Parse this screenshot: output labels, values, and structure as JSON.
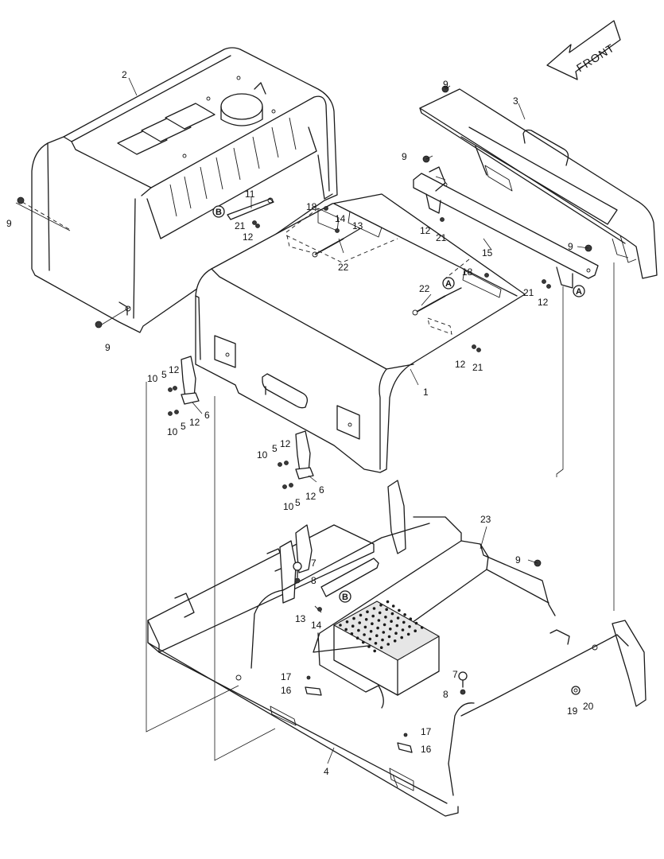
{
  "front_label": "FRONT",
  "callouts": [
    {
      "id": "c2",
      "text": "2"
    },
    {
      "id": "c3",
      "text": "3"
    },
    {
      "id": "c9a",
      "text": "9"
    },
    {
      "id": "c9b",
      "text": "9"
    },
    {
      "id": "c9c",
      "text": "9"
    },
    {
      "id": "c9d",
      "text": "9"
    },
    {
      "id": "c9e",
      "text": "9"
    },
    {
      "id": "c9f",
      "text": "9"
    },
    {
      "id": "c11",
      "text": "11"
    },
    {
      "id": "c21a",
      "text": "21"
    },
    {
      "id": "c12a",
      "text": "12"
    },
    {
      "id": "c18a",
      "text": "18"
    },
    {
      "id": "c14a",
      "text": "14"
    },
    {
      "id": "c13a",
      "text": "13"
    },
    {
      "id": "c22a",
      "text": "22"
    },
    {
      "id": "c12b",
      "text": "12"
    },
    {
      "id": "c21b",
      "text": "21"
    },
    {
      "id": "c15",
      "text": "15"
    },
    {
      "id": "c18b",
      "text": "18"
    },
    {
      "id": "c22b",
      "text": "22"
    },
    {
      "id": "c21c",
      "text": "21"
    },
    {
      "id": "c12c",
      "text": "12"
    },
    {
      "id": "c12d",
      "text": "12"
    },
    {
      "id": "c21d",
      "text": "21"
    },
    {
      "id": "c1",
      "text": "1"
    },
    {
      "id": "c10a",
      "text": "10"
    },
    {
      "id": "c5a",
      "text": "5"
    },
    {
      "id": "c12e",
      "text": "12"
    },
    {
      "id": "c6a",
      "text": "6"
    },
    {
      "id": "c12f",
      "text": "12"
    },
    {
      "id": "c10b",
      "text": "10"
    },
    {
      "id": "c5b",
      "text": "5"
    },
    {
      "id": "c10c",
      "text": "10"
    },
    {
      "id": "c5c",
      "text": "5"
    },
    {
      "id": "c12g",
      "text": "12"
    },
    {
      "id": "c6b",
      "text": "6"
    },
    {
      "id": "c12h",
      "text": "12"
    },
    {
      "id": "c10d",
      "text": "10"
    },
    {
      "id": "c5d",
      "text": "5"
    },
    {
      "id": "c23",
      "text": "23"
    },
    {
      "id": "c7a",
      "text": "7"
    },
    {
      "id": "c8a",
      "text": "8"
    },
    {
      "id": "c13b",
      "text": "13"
    },
    {
      "id": "c14b",
      "text": "14"
    },
    {
      "id": "c17a",
      "text": "17"
    },
    {
      "id": "c16a",
      "text": "16"
    },
    {
      "id": "c7b",
      "text": "7"
    },
    {
      "id": "c8b",
      "text": "8"
    },
    {
      "id": "c19",
      "text": "19"
    },
    {
      "id": "c20",
      "text": "20"
    },
    {
      "id": "c17b",
      "text": "17"
    },
    {
      "id": "c16b",
      "text": "16"
    },
    {
      "id": "c4",
      "text": "4"
    }
  ],
  "reference_markers": [
    {
      "id": "mB1",
      "text": "B"
    },
    {
      "id": "mA1",
      "text": "A"
    },
    {
      "id": "mA2",
      "text": "A"
    },
    {
      "id": "mB2",
      "text": "B"
    }
  ]
}
